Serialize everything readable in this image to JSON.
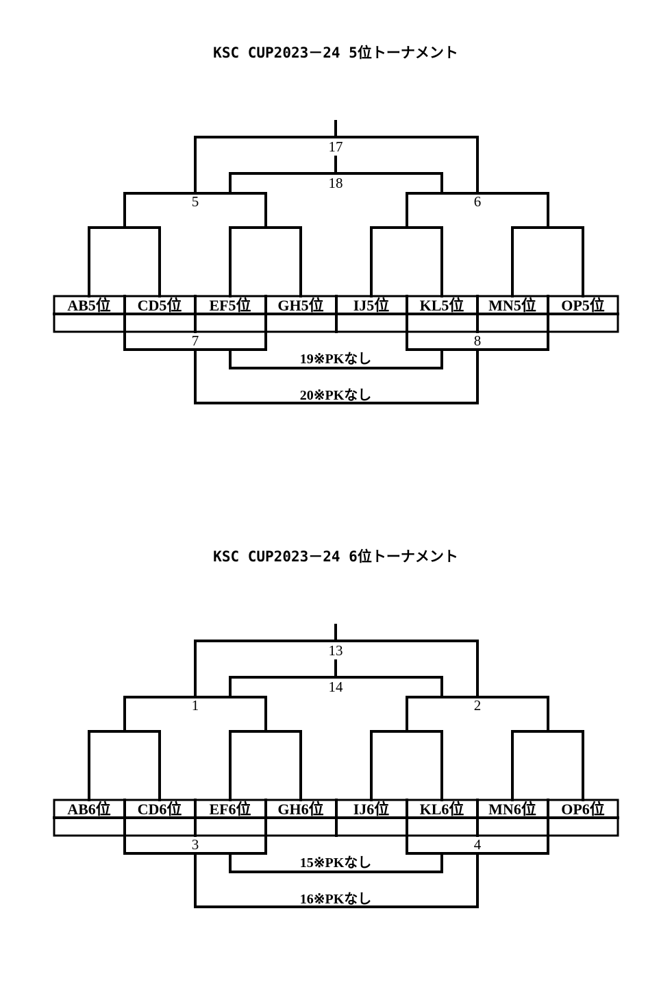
{
  "brackets": [
    {
      "title": "KSC CUP2023－24 5位トーナメント",
      "teams": [
        "AB5位",
        "CD5位",
        "EF5位",
        "GH5位",
        "IJ5位",
        "KL5位",
        "MN5位",
        "OP5位"
      ],
      "matches": {
        "semi_left": "5",
        "semi_right": "6",
        "final": "17",
        "third": "18",
        "lower_left": "7",
        "lower_right": "8",
        "lower_a": "19※PKなし",
        "lower_b": "20※PKなし"
      }
    },
    {
      "title": "KSC CUP2023－24 6位トーナメント",
      "teams": [
        "AB6位",
        "CD6位",
        "EF6位",
        "GH6位",
        "IJ6位",
        "KL6位",
        "MN6位",
        "OP6位"
      ],
      "matches": {
        "semi_left": "1",
        "semi_right": "2",
        "final": "13",
        "third": "14",
        "lower_left": "3",
        "lower_right": "4",
        "lower_a": "15※PKなし",
        "lower_b": "16※PKなし"
      }
    }
  ]
}
